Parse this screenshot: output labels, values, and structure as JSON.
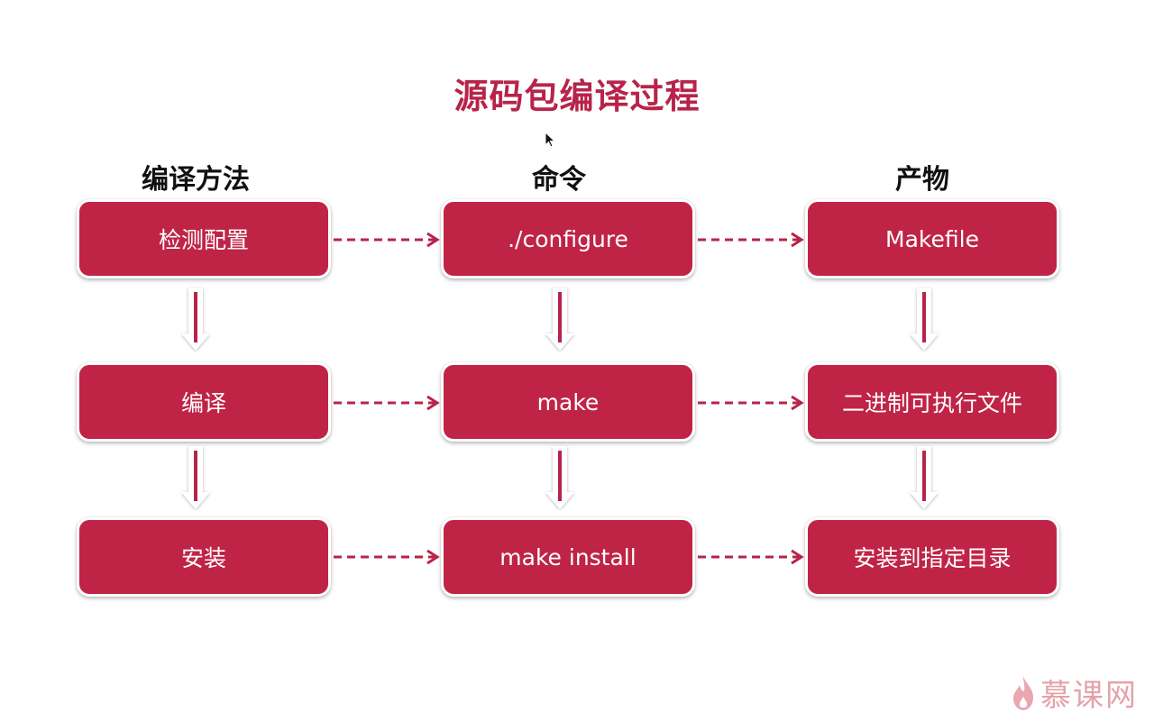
{
  "title": "源码包编译过程",
  "columns": [
    {
      "header": "编译方法"
    },
    {
      "header": "命令"
    },
    {
      "header": "产物"
    }
  ],
  "rows": [
    {
      "method": "检测配置",
      "command": "./configure",
      "product": "Makefile"
    },
    {
      "method": "编译",
      "command": "make",
      "product": "二进制可执行文件"
    },
    {
      "method": "安装",
      "command": "make install",
      "product": "安装到指定目录"
    }
  ],
  "colors": {
    "accent": "#bf2446",
    "title": "#b7244a",
    "arrow": "#b7244a"
  },
  "logo": {
    "text": "慕课网",
    "icon": "flame-icon"
  }
}
